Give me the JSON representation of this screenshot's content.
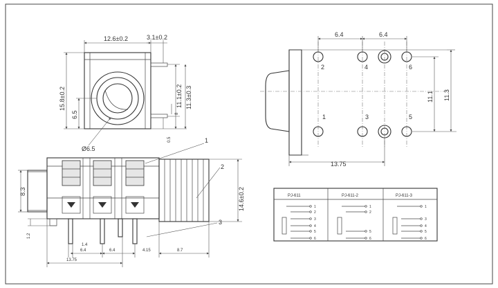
{
  "dimensions": {
    "top_width": "12.6±0.2",
    "top_tab": "3.1±0.2",
    "left_height": "15.8±0.2",
    "left_lower": "6.5",
    "right_h1": "11.1±0.2",
    "right_h2": "11.3±0.3",
    "small_8": "8",
    "small_05": "0.5",
    "diameter": "Ø6.5",
    "side_83": "8.3",
    "side_12": "1.2",
    "pin_14": "1.4",
    "pin_64a": "6.4",
    "pin_64b": "6.4",
    "pin_415": "4.15",
    "pin_87": "8.7",
    "total_1375": "13.75",
    "thread_146": "14.6±0.2",
    "fp_64a": "6.4",
    "fp_64b": "6.4",
    "fp_111": "11.1",
    "fp_113": "11.3",
    "fp_1375": "13.75"
  },
  "callouts": [
    "1",
    "2",
    "3"
  ],
  "pin_numbers": [
    "2",
    "4",
    "6",
    "1",
    "3",
    "5"
  ],
  "schematic": {
    "columns": [
      {
        "title": "PJ-611",
        "pins": [
          "1",
          "2",
          "3",
          "4",
          "5",
          "6"
        ]
      },
      {
        "title": "PJ-611-2",
        "pins": [
          "1",
          "2",
          "5",
          "6"
        ]
      },
      {
        "title": "PJ-611-3",
        "pins": [
          "1",
          "3",
          "4",
          "5",
          "6"
        ]
      }
    ]
  }
}
